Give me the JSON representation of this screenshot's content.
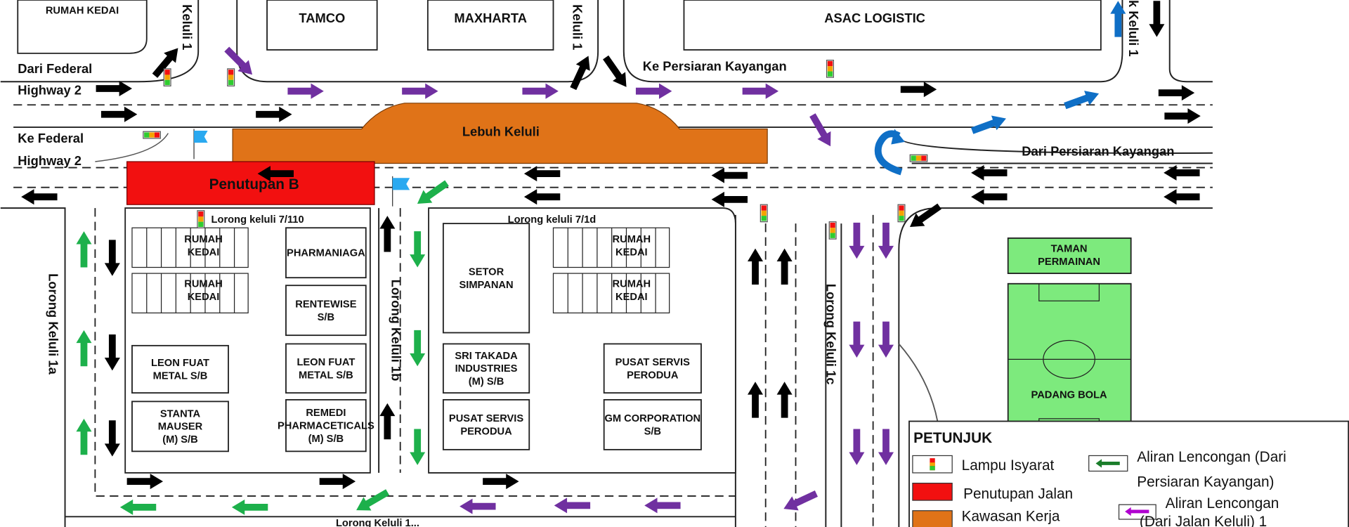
{
  "colors": {
    "work_zone": "#e07318",
    "closure": "#f21010",
    "detour_green": "#1db04b",
    "detour_purple": "#7030a0",
    "uturn_blue": "#0f6fc6",
    "general_black": "#000000",
    "park": "#7dea7d"
  },
  "buildings": {
    "rumah_kedai_top": "RUMAH KEDAI",
    "tamco": "TAMCO",
    "maxharta": "MAXHARTA",
    "asac": "ASAC LOGISTIC",
    "rumah_kedai_1": [
      "RUMAH",
      "KEDAI"
    ],
    "rumah_kedai_2": [
      "RUMAH",
      "KEDAI"
    ],
    "pharmaniaga": "PHARMANIAGA",
    "rentewise": [
      "RENTEWISE",
      "S/B"
    ],
    "leon_1": [
      "LEON FUAT",
      "METAL S/B"
    ],
    "leon_2": [
      "LEON FUAT",
      "METAL S/B"
    ],
    "stanta": [
      "STANTA",
      "MAUSER",
      "(M) S/B"
    ],
    "remedi": [
      "REMEDI",
      "PHARMACETICALS",
      "(M) S/B"
    ],
    "setor": [
      "SETOR",
      "SIMPANAN"
    ],
    "rumah_kedai_3": [
      "RUMAH",
      "KEDAI"
    ],
    "rumah_kedai_4": [
      "RUMAH",
      "KEDAI"
    ],
    "sri_takada": [
      "SRI TAKADA",
      "INDUSTRIES",
      "(M) S/B"
    ],
    "pusat_servis_1": [
      "PUSAT SERVIS",
      "PERODUA"
    ],
    "pusat_servis_2": [
      "PUSAT SERVIS",
      "PERODUA"
    ],
    "gm": [
      "GM CORPORATION",
      "S/B"
    ],
    "taman": [
      "TAMAN",
      "PERMAINAN"
    ],
    "padang": "PADANG BOLA"
  },
  "roads": {
    "keluli1_a": "Keluli 1",
    "keluli1_b": "Keluli 1",
    "keluli1_c": "k Keluli 1",
    "dari_federal": [
      "Dari Federal",
      "Highway 2"
    ],
    "ke_federal": [
      "Ke Federal",
      "Highway 2"
    ],
    "ke_persiaran": "Ke Persiaran Kayangan",
    "dari_persiaran": "Dari Persiaran Kayangan",
    "lebuh_keluli": "Lebuh Keluli",
    "penutupan_b": "Penutupan B",
    "lorong_7_110": "Lorong keluli 7/110",
    "lorong_7_1d": "Lorong keluli 7/1d",
    "lorong_1a": "Lorong Keluli 1a",
    "lorong_1b": "Lorong Keluli 1b",
    "lorong_1c": "Lorong Keluli 1c",
    "bottom": "Lorong Keluli 1..."
  },
  "legend": {
    "title": "PETUNJUK",
    "traffic_light": "Lampu Isyarat",
    "closure": "Penutupan Jalan",
    "work_zone": "Kawasan Kerja",
    "detour_green": [
      "Aliran Lencongan (Dari",
      "Persiaran Kayangan)"
    ],
    "detour_purple": [
      "Aliran Lencongan",
      "(Dari Jalan Keluli) 1"
    ]
  }
}
